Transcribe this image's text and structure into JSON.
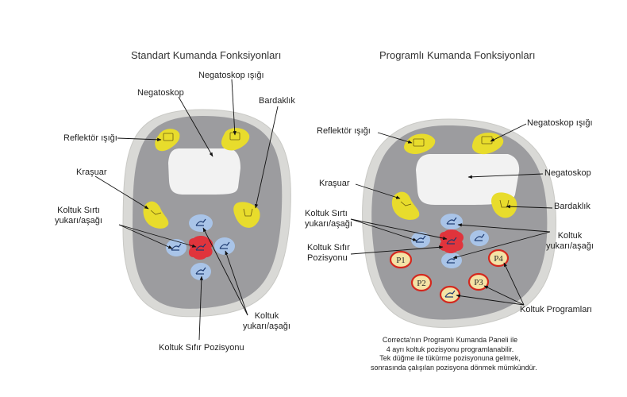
{
  "left_panel": {
    "title": "Standart Kumanda Fonksiyonları",
    "labels": {
      "negatoskop_light": "Negatoskop ışığı",
      "negatoskop": "Negatoskop",
      "bardaklik": "Bardaklık",
      "reflector_light": "Reflektör ışığı",
      "krasuar": "Kraşuar",
      "seat_back_1": "Koltuk Sırtı",
      "seat_back_2": "yukarı/aşağı",
      "seat_1": "Koltuk",
      "seat_2": "yukarı/aşağı",
      "zero_position": "Koltuk Sıfır Pozisyonu"
    }
  },
  "right_panel": {
    "title": "Programlı Kumanda Fonksiyonları",
    "labels": {
      "reflector_light": "Reflektör ışığı",
      "negatoskop_light": "Negatoskop ışığı",
      "negatoskop": "Negatoskop",
      "krasuar": "Kraşuar",
      "bardaklik": "Bardaklık",
      "seat_back_1": "Koltuk Sırtı",
      "seat_back_2": "yukarı/aşağı",
      "seat_1": "Koltuk",
      "seat_2": "yukarı/aşağı",
      "zero_1": "Koltuk Sıfır",
      "zero_2": "Pozisyonu",
      "programs": "Koltuk Programları"
    },
    "program_buttons": [
      "P1",
      "P2",
      "P3",
      "P4"
    ]
  },
  "note": [
    "Correcta'nın Programlı Kumanda Paneli ile",
    "4 ayrı koltuk pozisyonu programlanabilir.",
    "Tek düğme ile tükürme pozisyonuna gelmek,",
    "sonrasında çalışılan pozisyona dönmek mümkündür."
  ],
  "colors": {
    "panel_border": "#d9d9d6",
    "panel_face": "#9c9c9f",
    "screen": "#f2f2f2",
    "yellow_button": "#e8dc2c",
    "blue_button": "#a9c4e8",
    "red_button": "#e0343c",
    "program_ring": "#d4281e",
    "program_fill": "#f4e3a6"
  }
}
